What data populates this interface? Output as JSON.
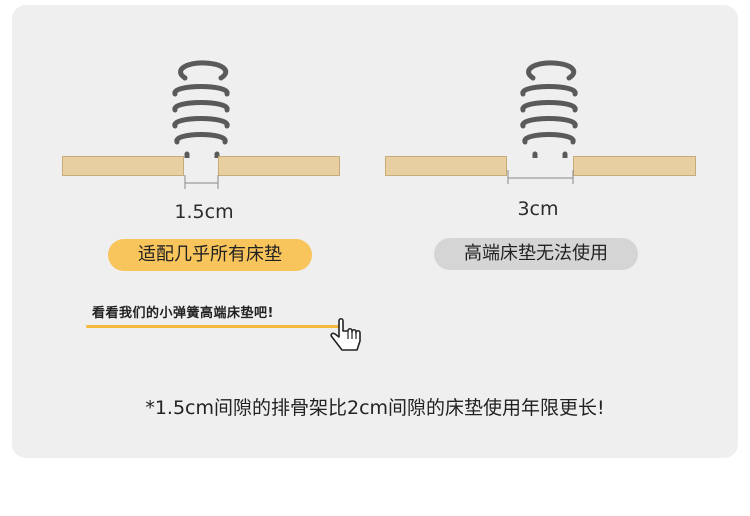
{
  "left_example": {
    "gap_label": "1.5cm",
    "badge": "适配几乎所有床垫"
  },
  "right_example": {
    "gap_label": "3cm",
    "badge": "高端床垫无法使用"
  },
  "link": {
    "text": "看看我们的小弹簧高端床垫吧!",
    "icon": "hand-pointer-icon"
  },
  "footnote": "*1.5cm间隙的排骨架比2cm间隙的床垫使用年限更长!",
  "colors": {
    "panel": "#efefef",
    "slat": "#e8cfa1",
    "badge_highlight": "#f8c45c",
    "badge_muted": "#d5d5d5",
    "underline": "#f4b93c",
    "spring": "#5a5a5a"
  }
}
